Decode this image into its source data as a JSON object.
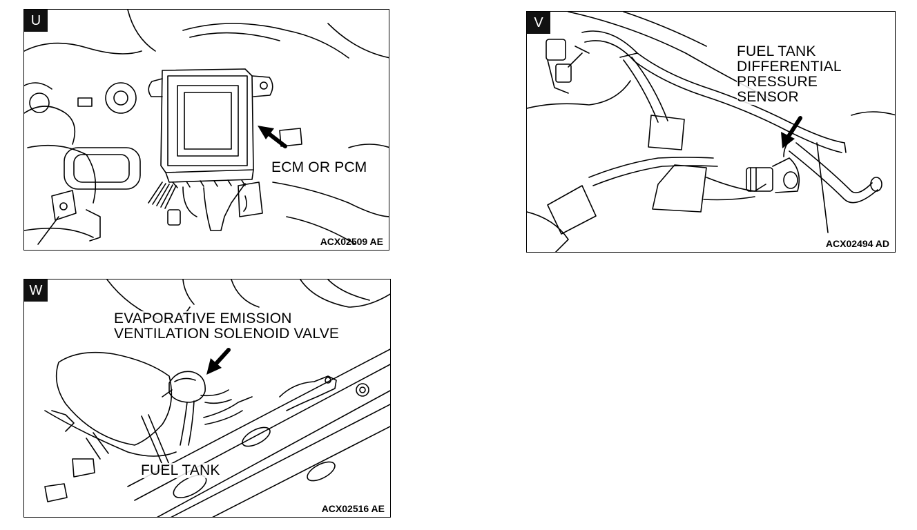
{
  "panels": {
    "u": {
      "badge": "U",
      "label": "ECM OR PCM",
      "code": "ACX02509 AE"
    },
    "v": {
      "badge": "V",
      "label_lines": [
        "FUEL TANK",
        "DIFFERENTIAL",
        "PRESSURE",
        "SENSOR"
      ],
      "code": "ACX02494 AD"
    },
    "w": {
      "badge": "W",
      "label_lines": [
        "EVAPORATIVE EMISSION",
        "VENTILATION SOLENOID VALVE"
      ],
      "label_bottom": "FUEL TANK",
      "code": "ACX02516 AE"
    }
  },
  "icons": [
    "arrow-pointer-icon"
  ]
}
